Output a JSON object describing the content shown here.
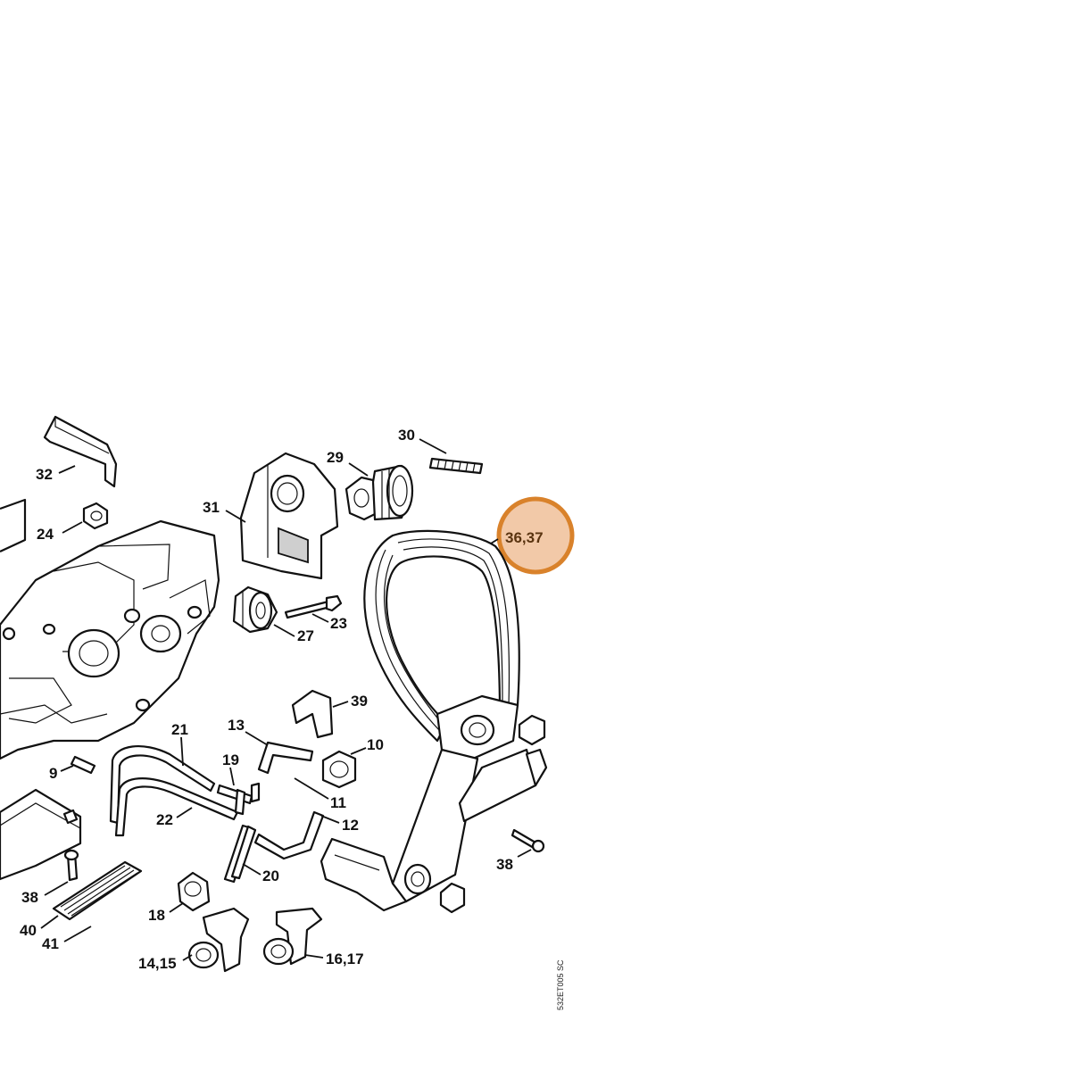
{
  "diagram": {
    "drawing_code": "532ET005 SC",
    "highlight_color": "#f2c9a8",
    "highlight_border": "#d9822b",
    "labels": {
      "p30": "30",
      "p29": "29",
      "p32": "32",
      "p31": "31",
      "p24": "24",
      "p3637": "36,37",
      "p23": "23",
      "p27": "27",
      "p39": "39",
      "p21": "21",
      "p13": "13",
      "p10": "10",
      "p19": "19",
      "p9": "9",
      "p11": "11",
      "p22": "22",
      "p12": "12",
      "p20": "20",
      "p38a": "38",
      "p38b": "38",
      "p40": "40",
      "p41": "41",
      "p18": "18",
      "p1415": "14,15",
      "p1617": "16,17"
    }
  }
}
